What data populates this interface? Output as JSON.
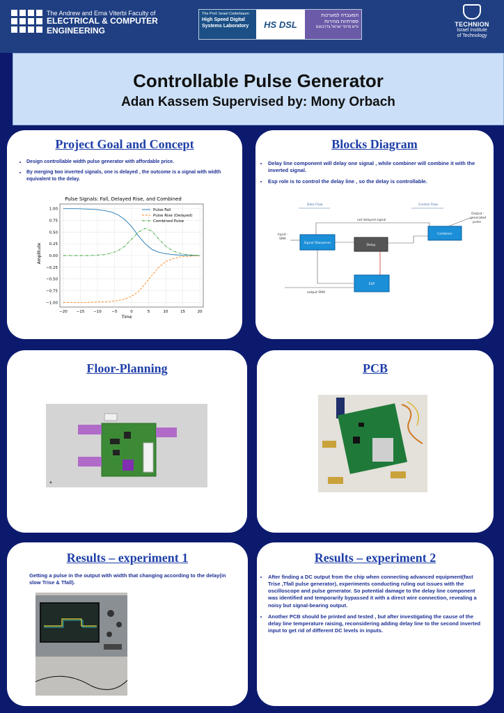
{
  "header": {
    "faculty_line1": "The Andrew and Erna Viterbi Faculty of",
    "faculty_line2": "ELECTRICAL & COMPUTER",
    "faculty_line3": "ENGINEERING",
    "lab_left_1": "The Prof. Israel Cederbaum",
    "lab_left_2": "High Speed Digital",
    "lab_left_3": "Systems Laboratory",
    "lab_mid": "HS DSL",
    "lab_right_1": "המעבדה למערכות",
    "lab_right_2": "ספרתיות מהירות",
    "lab_right_3": "ע\"ש פרופ' ישראל צדרבאום",
    "tech_name": "TECHNION",
    "tech_sub1": "Israel Institute",
    "tech_sub2": "of Technology"
  },
  "title": {
    "main": "Controllable Pulse Generator",
    "sub": "Adan Kassem Supervised by: Mony Orbach"
  },
  "goal": {
    "title": "Project Goal and Concept",
    "bullets": [
      "Design controllable width pulse generator with affordable price.",
      "By merging two inverted signals, one is delayed , the outcome is a signal with width equivalent to the delay."
    ]
  },
  "chart_data": {
    "type": "line",
    "title": "Pulse Signals: Fall, Delayed Rise, and Combined",
    "xlabel": "Time",
    "ylabel": "Amplitude",
    "xlim": [
      -21,
      21
    ],
    "ylim": [
      -1.1,
      1.1
    ],
    "xticks": [
      "−20",
      "−15",
      "−10",
      "−5",
      "0",
      "5",
      "10",
      "15",
      "20"
    ],
    "yticks": [
      "1.00",
      "0.75",
      "0.50",
      "0.25",
      "0.00",
      "−0.25",
      "−0.50",
      "−0.75",
      "−1.00"
    ],
    "grid": true,
    "legend": "top-right",
    "x": [
      -20,
      -16,
      -12,
      -10,
      -8,
      -6,
      -4,
      -2,
      0,
      2,
      4,
      6,
      8,
      10,
      12,
      14,
      16,
      20
    ],
    "series": [
      {
        "name": "Pulse Fall",
        "style": "solid",
        "color": "#1f77b4",
        "values": [
          1.0,
          1.0,
          0.99,
          0.98,
          0.96,
          0.93,
          0.87,
          0.77,
          0.62,
          0.42,
          0.25,
          0.13,
          0.07,
          0.04,
          0.02,
          0.01,
          0.005,
          0.0
        ]
      },
      {
        "name": "Pulse Rise (Delayed)",
        "style": "dashed",
        "color": "#ff7f0e",
        "values": [
          -1.0,
          -1.0,
          -1.0,
          -0.99,
          -0.99,
          -0.98,
          -0.96,
          -0.93,
          -0.87,
          -0.77,
          -0.6,
          -0.42,
          -0.25,
          -0.13,
          -0.07,
          -0.03,
          -0.02,
          0.0
        ]
      },
      {
        "name": "Combined Pulse",
        "style": "dashdot",
        "color": "#2ca02c",
        "values": [
          0.0,
          0.0,
          0.0,
          0.01,
          0.02,
          0.05,
          0.1,
          0.2,
          0.35,
          0.5,
          0.58,
          0.52,
          0.35,
          0.2,
          0.1,
          0.05,
          0.02,
          0.0
        ]
      }
    ]
  },
  "blocks": {
    "title": "Blocks Diagram",
    "bullets": [
      "Delay line component will delay one signal , while combiner will combine it with the inverted signal.",
      "Esp role is to control the delay line , so the delay is controllable."
    ],
    "diagram": {
      "data_flow": "Data Flow",
      "control_flow": "Control Flow",
      "not_delayed": "not delayed signal",
      "output": "Output - generated pulse",
      "input": "Input - SMA",
      "sharpener": "Signal Sharpener",
      "delay": "Delay",
      "combiner": "Combiner",
      "esp": "ESP",
      "output_sma": "output SMA"
    }
  },
  "floor": {
    "title": "Floor-Planning"
  },
  "pcb": {
    "title": "PCB"
  },
  "res1": {
    "title": "Results – experiment 1",
    "text": "Getting a pulse in the output with width that changing according to the delay(in slow Trise & Tfall)."
  },
  "res2": {
    "title": "Results – experiment 2",
    "bullets": [
      "After finding a DC output from the chip when connecting advanced equipment(fast Trise ,Tfall pulse generator), experiments conducting ruling out issues with the oscilloscope and pulse generator. So potential damage to the delay line component was identified and temporarily bypassed it with a direct wire connection, revealing a noisy but signal-bearing output.",
      "Another PCB should be printed and tested , but after investigating the cause of the delay line temperature raising, reconsidering adding delay line to the second inverted input to get rid of different DC levels in inputs."
    ]
  }
}
